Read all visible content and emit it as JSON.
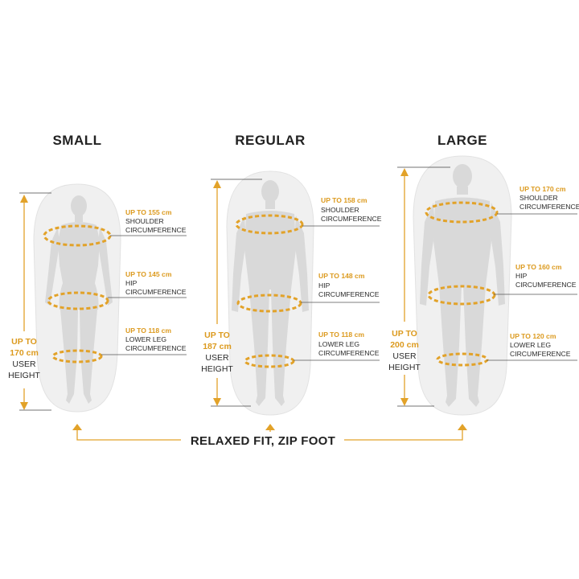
{
  "colors": {
    "accent": "#e2a229",
    "text": "#222222",
    "bag": "#f0f0f0",
    "figure": "#d9d9d9"
  },
  "sizes": [
    {
      "title": "SMALL",
      "height": {
        "line1": "UP TO",
        "line2": "170 cm",
        "line3": "USER",
        "line4": "HEIGHT"
      },
      "measures": [
        {
          "value": "UP TO 155 cm",
          "line1": "SHOULDER",
          "line2": "CIRCUMFERENCE"
        },
        {
          "value": "UP TO 145 cm",
          "line1": "HIP",
          "line2": "CIRCUMFERENCE"
        },
        {
          "value": "UP TO 118 cm",
          "line1": "LOWER LEG",
          "line2": "CIRCUMFERENCE"
        }
      ]
    },
    {
      "title": "REGULAR",
      "height": {
        "line1": "UP TO",
        "line2": "187 cm",
        "line3": "USER",
        "line4": "HEIGHT"
      },
      "measures": [
        {
          "value": "UP TO 158 cm",
          "line1": "SHOULDER",
          "line2": "CIRCUMFERENCE"
        },
        {
          "value": "UP TO 148 cm",
          "line1": "HIP",
          "line2": "CIRCUMFERENCE"
        },
        {
          "value": "UP TO 118 cm",
          "line1": "LOWER LEG",
          "line2": "CIRCUMFERENCE"
        }
      ]
    },
    {
      "title": "LARGE",
      "height": {
        "line1": "UP TO",
        "line2": "200 cm",
        "line3": "USER",
        "line4": "HEIGHT"
      },
      "measures": [
        {
          "value": "UP TO 170 cm",
          "line1": "SHOULDER",
          "line2": "CIRCUMFERENCE"
        },
        {
          "value": "UP TO 160 cm",
          "line1": "HIP",
          "line2": "CIRCUMFERENCE"
        },
        {
          "value": "UP TO 120 cm",
          "line1": "LOWER LEG",
          "line2": "CIRCUMFERENCE"
        }
      ]
    }
  ],
  "footer": {
    "label": "RELAXED FIT, ZIP FOOT"
  }
}
